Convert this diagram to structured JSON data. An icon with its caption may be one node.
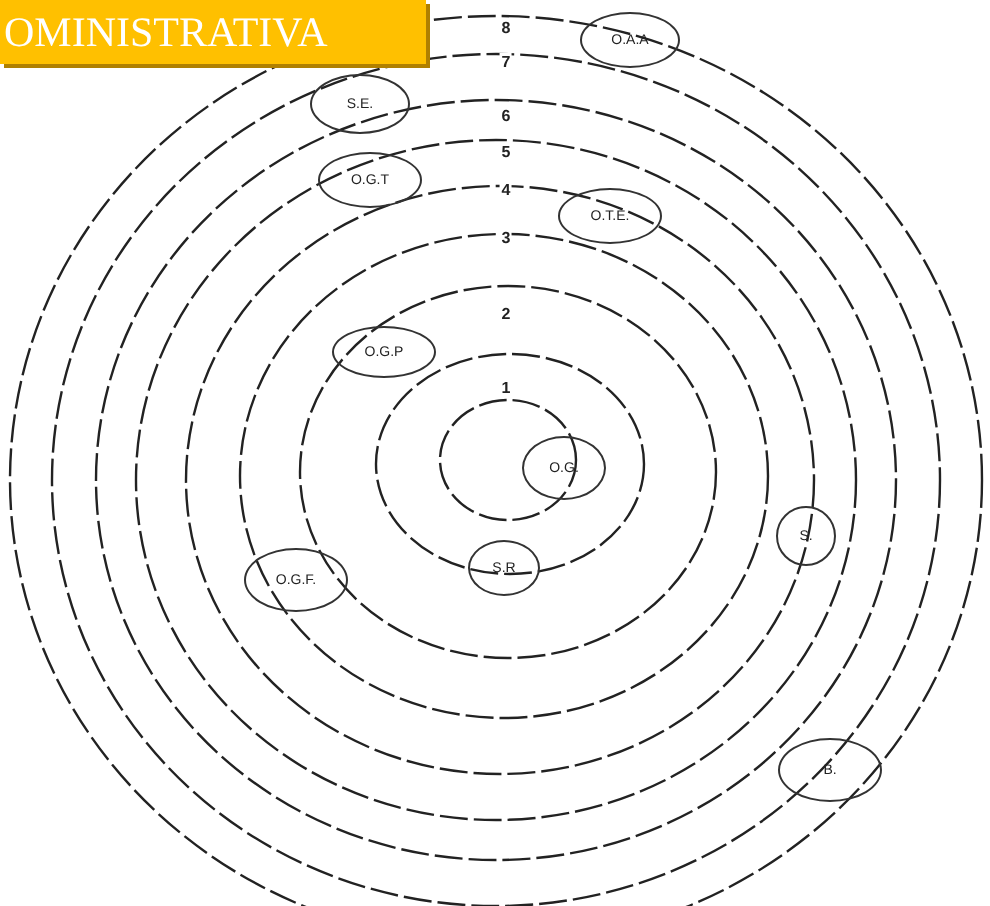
{
  "diagram": {
    "title": "OMINISTRATIVA",
    "nodes": [
      {
        "text": [
          "O.A.A"
        ]
      },
      {
        "text": [
          "S.E."
        ]
      },
      {
        "text": [
          "O.G.T"
        ]
      },
      {
        "text": [
          "O.T.E."
        ]
      },
      {
        "text": [
          "O.G.P"
        ]
      },
      {
        "text": [
          "O.G."
        ]
      },
      {
        "text": [
          "S.R"
        ]
      },
      {
        "text": [
          "O.G.F."
        ]
      },
      {
        "text": [
          "S."
        ]
      },
      {
        "text": [
          "B."
        ]
      }
    ],
    "labels": [
      "8",
      "7",
      "6",
      "5",
      "4",
      "3",
      "2",
      "1"
    ]
  }
}
